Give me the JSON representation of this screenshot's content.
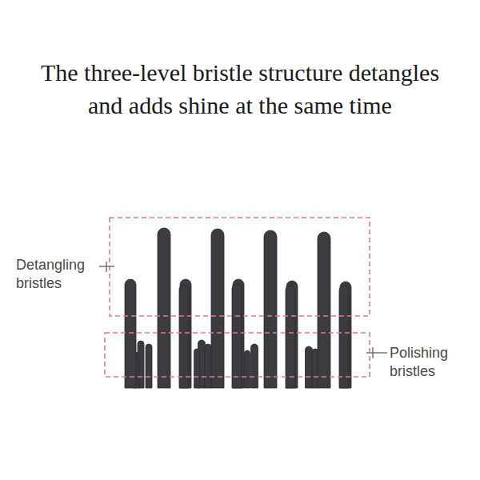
{
  "diagram": {
    "title": "The three-level bristle structure detangles and adds shine at the same time",
    "labels": [
      "Detangling bristles",
      "Polishing bristles"
    ]
  }
}
